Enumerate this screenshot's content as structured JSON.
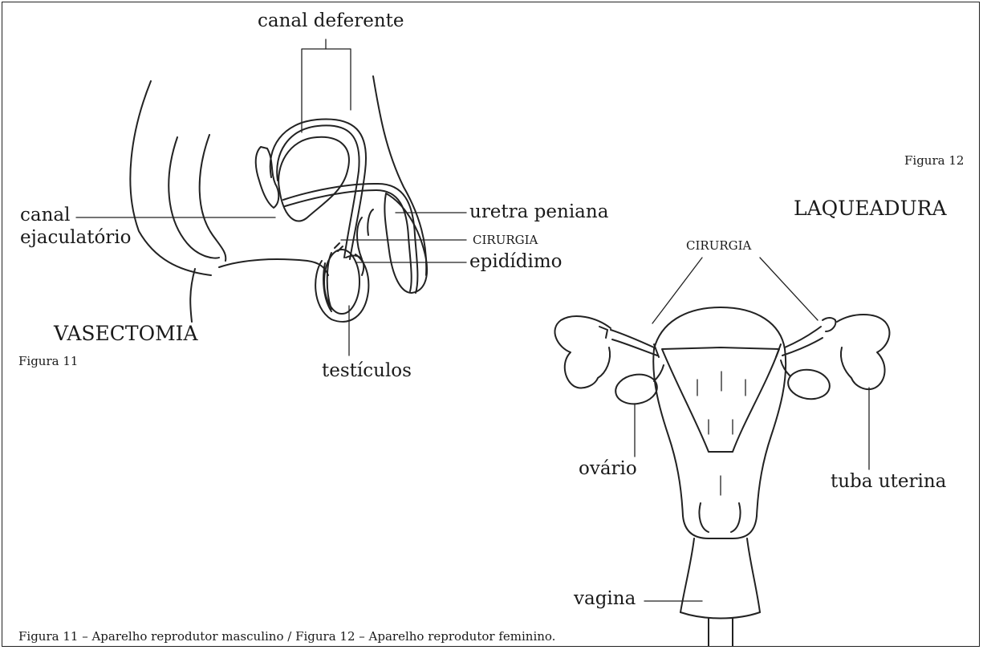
{
  "male": {
    "labels": {
      "canal_deferente": "canal deferente",
      "canal": "canal",
      "ejaculatorio": "ejaculatório",
      "uretra_peniana": "uretra peniana",
      "cirurgia": "CIRURGIA",
      "epididimo": "epidídimo",
      "testiculos": "testículos"
    },
    "title": "VASECTOMIA",
    "figure": "Figura 11"
  },
  "female": {
    "labels": {
      "cirurgia": "CIRURGIA",
      "ovario": "ovário",
      "tuba_uterina": "tuba uterina",
      "vagina": "vagina"
    },
    "title": "LAQUEADURA",
    "figure": "Figura 12"
  },
  "caption": "Figura 11 – Aparelho reprodutor masculino / Figura 12 – Aparelho reprodutor feminino."
}
